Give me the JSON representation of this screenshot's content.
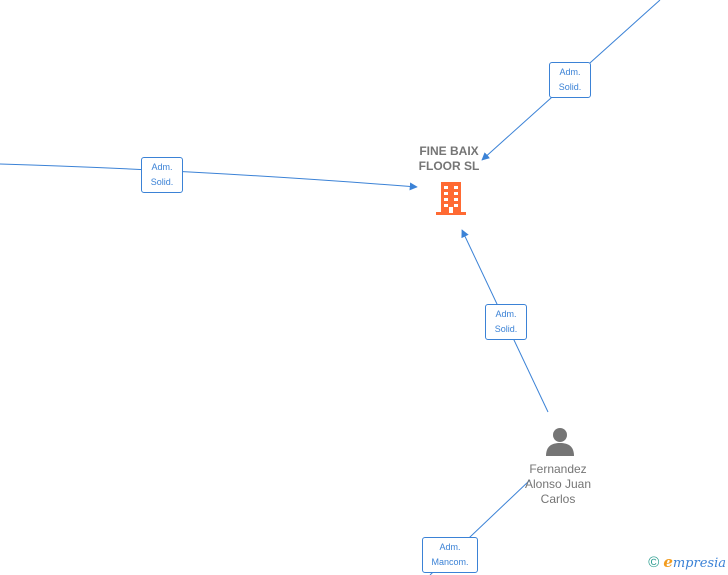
{
  "company": {
    "name_line1": "FINE BAIX",
    "name_line2": "FLOOR  SL",
    "icon": "building-icon",
    "color": "#ff6a33"
  },
  "person": {
    "name_line1": "Fernandez",
    "name_line2": "Alonso Juan",
    "name_line3": "Carlos",
    "icon": "person-icon",
    "color": "#757575"
  },
  "edges": [
    {
      "id": "top-right",
      "label_line1": "Adm.",
      "label_line2": "Solid."
    },
    {
      "id": "left",
      "label_line1": "Adm.",
      "label_line2": "Solid."
    },
    {
      "id": "person-company",
      "label_line1": "Adm.",
      "label_line2": "Solid."
    },
    {
      "id": "bottom",
      "label_line1": "Adm.",
      "label_line2": "Mancom."
    }
  ],
  "edge_color": "#3b82d6",
  "footer": {
    "copyright_symbol": "©",
    "brand_initial": "e",
    "brand_rest": "mpresia"
  }
}
